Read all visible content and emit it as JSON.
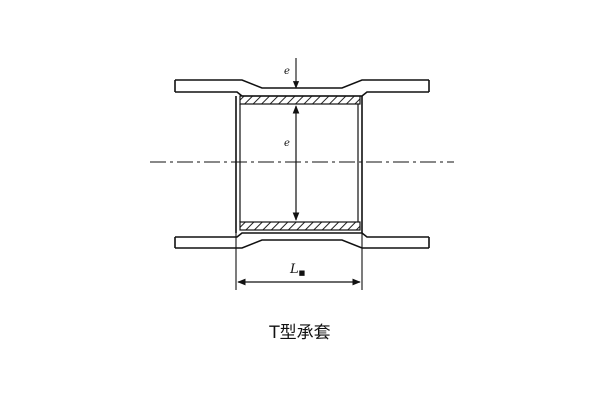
{
  "diagram": {
    "caption": "T型承套",
    "labels": {
      "wall_thickness": "e",
      "inner_diameter": "e",
      "length": "L",
      "length_subscript": "■"
    },
    "colors": {
      "line": "#111111",
      "hatch": "#222222"
    }
  }
}
